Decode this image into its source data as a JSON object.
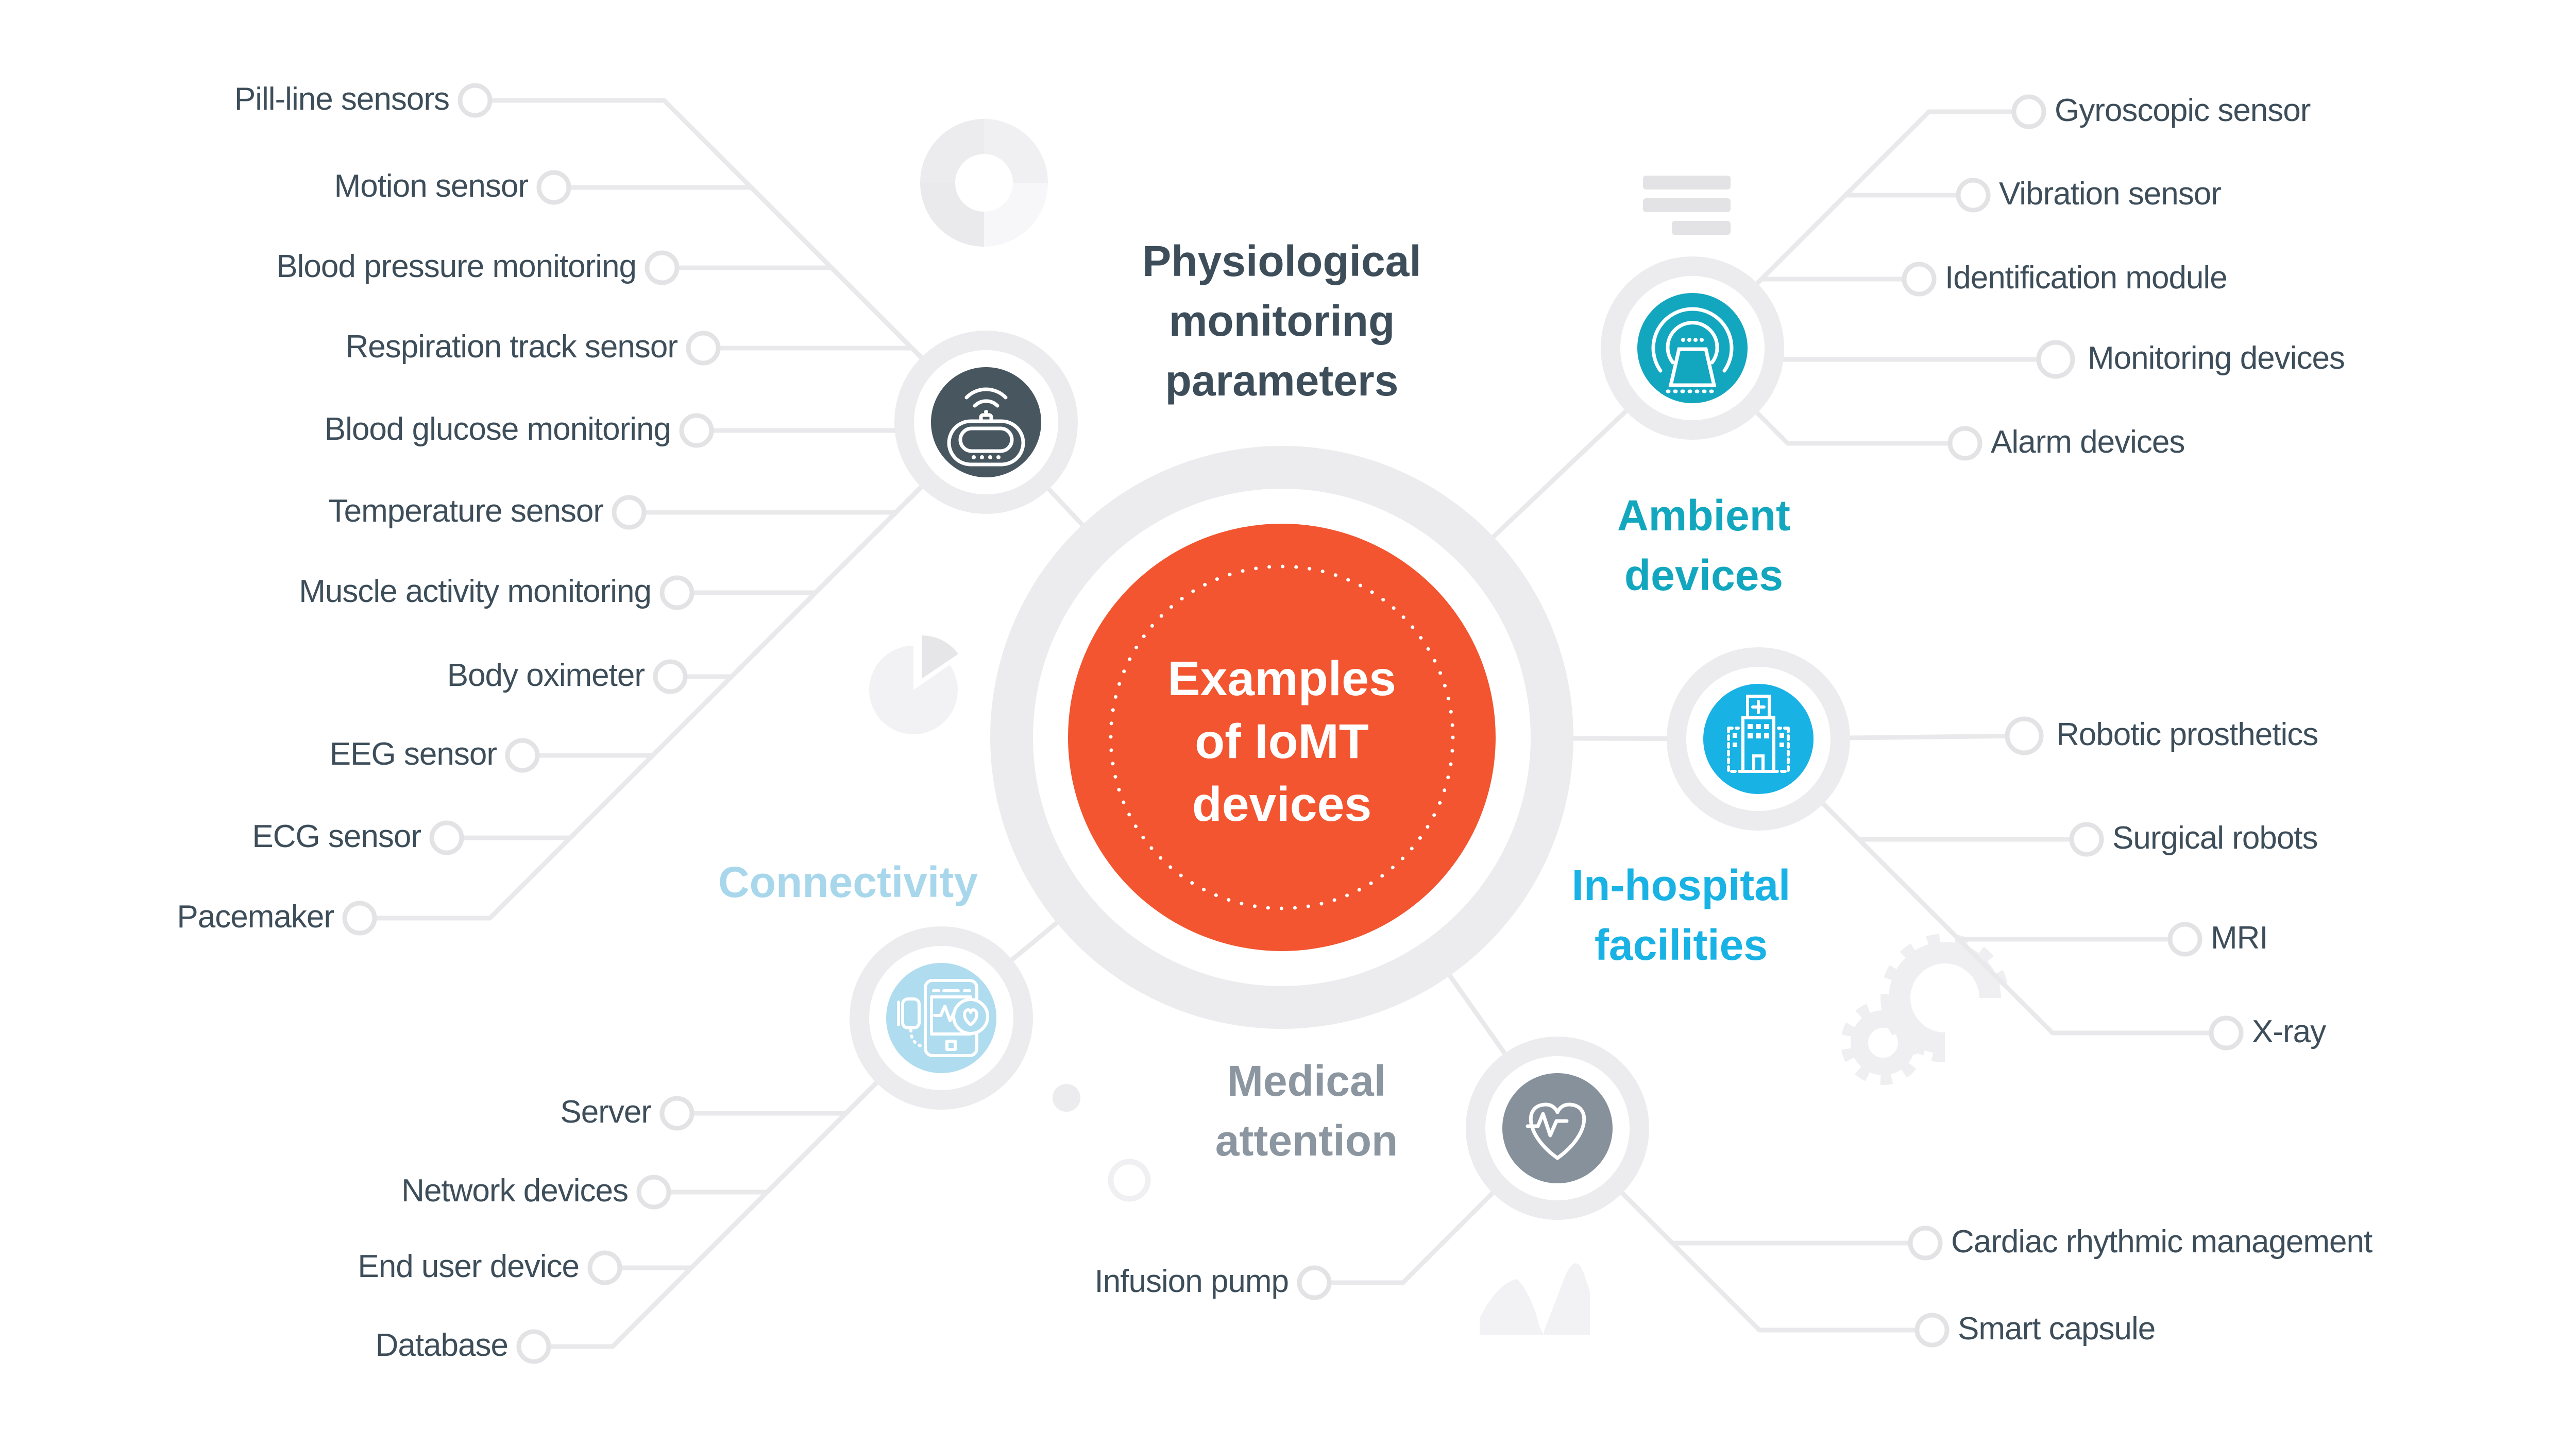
{
  "center": {
    "title": "Examples of IoMT devices"
  },
  "headings": {
    "physiological": "Physiological monitoring parameters",
    "ambient": "Ambient devices",
    "inhospital": "In-hospital facilities",
    "connectivity": "Connectivity",
    "medical": "Medical attention"
  },
  "items": {
    "physiological": [
      "Pill-line sensors",
      "Motion sensor",
      "Blood pressure monitoring",
      "Respiration track sensor",
      "Blood glucose monitoring",
      "Temperature sensor",
      "Muscle activity monitoring",
      "Body oximeter",
      "EEG sensor",
      "ECG sensor",
      "Pacemaker"
    ],
    "ambient": [
      "Gyroscopic sensor",
      "Vibration sensor",
      "Identification module",
      "Monitoring devices",
      "Alarm devices"
    ],
    "inhospital": [
      "Robotic prosthetics",
      "Surgical robots",
      "MRI",
      "X-ray"
    ],
    "medical": [
      "Infusion pump",
      "Cardiac rhythmic management",
      "Smart capsule"
    ],
    "connectivity": [
      "Server",
      "Network devices",
      "End user device",
      "Database"
    ]
  },
  "icons": {
    "physiological": "fitness-tracker-icon",
    "ambient": "ambient-sensor-icon",
    "inhospital": "hospital-building-icon",
    "medical": "heart-ecg-icon",
    "connectivity": "mobile-health-icon"
  },
  "colors": {
    "center_orange": "#F2552F",
    "ink": "#3D4E5A",
    "ambient_teal": "#12A7BE",
    "inhospital_cyan": "#18B2E4",
    "connectivity_pale_blue": "#A8D7EC",
    "medical_gray": "#8C96A0",
    "connector_line": "#E9E9EB"
  }
}
